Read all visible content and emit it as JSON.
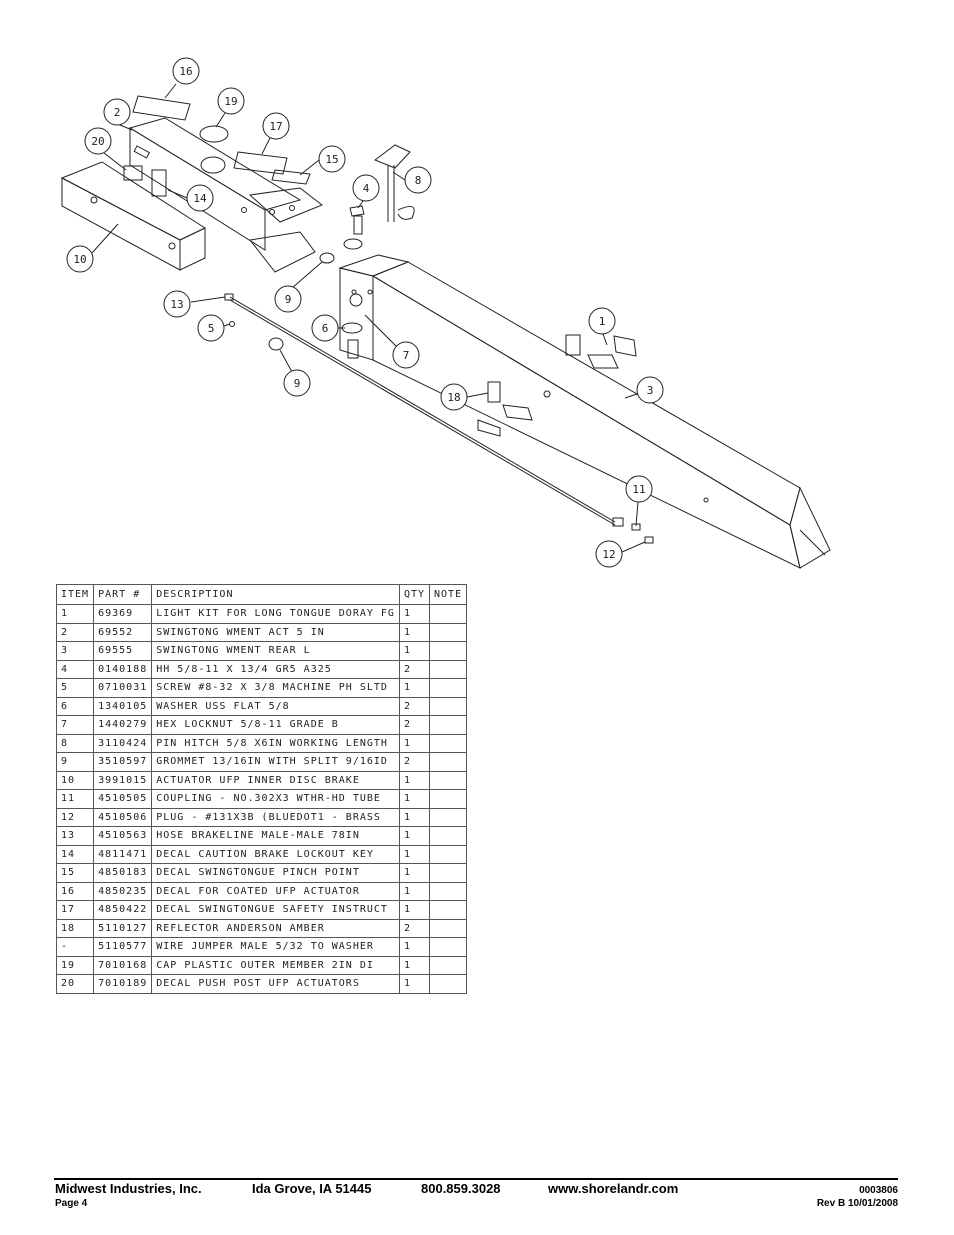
{
  "diagram": {
    "callouts": [
      "16",
      "2",
      "19",
      "17",
      "20",
      "15",
      "8",
      "4",
      "14",
      "10",
      "9",
      "13",
      "5",
      "6",
      "7",
      "1",
      "9",
      "18",
      "3",
      "11",
      "12"
    ]
  },
  "table": {
    "headers": [
      "ITEM",
      "PART #",
      "DESCRIPTION",
      "QTY",
      "NOTE"
    ],
    "rows": [
      [
        "1",
        "69369",
        "LIGHT KIT FOR LONG TONGUE DORAY FG",
        "1",
        ""
      ],
      [
        "2",
        "69552",
        "SWINGTONG WMENT ACT 5 IN",
        "1",
        ""
      ],
      [
        "3",
        "69555",
        "SWINGTONG WMENT REAR L",
        "1",
        ""
      ],
      [
        "4",
        "0140188",
        "HH 5/8-11 X 13/4  GR5 A325",
        "2",
        ""
      ],
      [
        "5",
        "0710031",
        "SCREW #8-32 X 3/8 MACHINE PH SLTD",
        "1",
        ""
      ],
      [
        "6",
        "1340105",
        "WASHER USS FLAT 5/8",
        "2",
        ""
      ],
      [
        "7",
        "1440279",
        "HEX LOCKNUT 5/8-11 GRADE B",
        "2",
        ""
      ],
      [
        "8",
        "3110424",
        "PIN HITCH 5/8 X6IN WORKING LENGTH",
        "1",
        ""
      ],
      [
        "9",
        "3510597",
        "GROMMET 13/16IN  WITH SPLIT 9/16ID",
        "2",
        ""
      ],
      [
        "10",
        "3991015",
        "ACTUATOR UFP INNER  DISC BRAKE",
        "1",
        ""
      ],
      [
        "11",
        "4510505",
        "COUPLING - NO.302X3 WTHR-HD TUBE",
        "1",
        ""
      ],
      [
        "12",
        "4510506",
        "PLUG - #131X3B (BLUEDOT1 - BRASS",
        "1",
        ""
      ],
      [
        "13",
        "4510563",
        "HOSE BRAKELINE MALE-MALE 78IN",
        "1",
        ""
      ],
      [
        "14",
        "4811471",
        "DECAL CAUTION BRAKE LOCKOUT KEY",
        "1",
        ""
      ],
      [
        "15",
        "4850183",
        "DECAL SWINGTONGUE PINCH POINT",
        "1",
        ""
      ],
      [
        "16",
        "4850235",
        "DECAL FOR COATED UFP ACTUATOR",
        "1",
        ""
      ],
      [
        "17",
        "4850422",
        "DECAL SWINGTONGUE SAFETY INSTRUCT",
        "1",
        ""
      ],
      [
        "18",
        "5110127",
        "REFLECTOR ANDERSON AMBER",
        "2",
        ""
      ],
      [
        "-",
        "5110577",
        "WIRE JUMPER MALE 5/32 TO WASHER",
        "1",
        ""
      ],
      [
        "19",
        "7010168",
        "CAP  PLASTIC OUTER MEMBER 2IN DI",
        "1",
        ""
      ],
      [
        "20",
        "7010189",
        "DECAL PUSH POST UFP ACTUATORS",
        "1",
        ""
      ]
    ]
  },
  "footer": {
    "company": "Midwest Industries, Inc.",
    "city": "Ida Grove, IA  51445",
    "phone": "800.859.3028",
    "website": "www.shorelandr.com",
    "doc_number": "0003806",
    "page": "Page 4",
    "revision": "Rev B  10/01/2008"
  }
}
